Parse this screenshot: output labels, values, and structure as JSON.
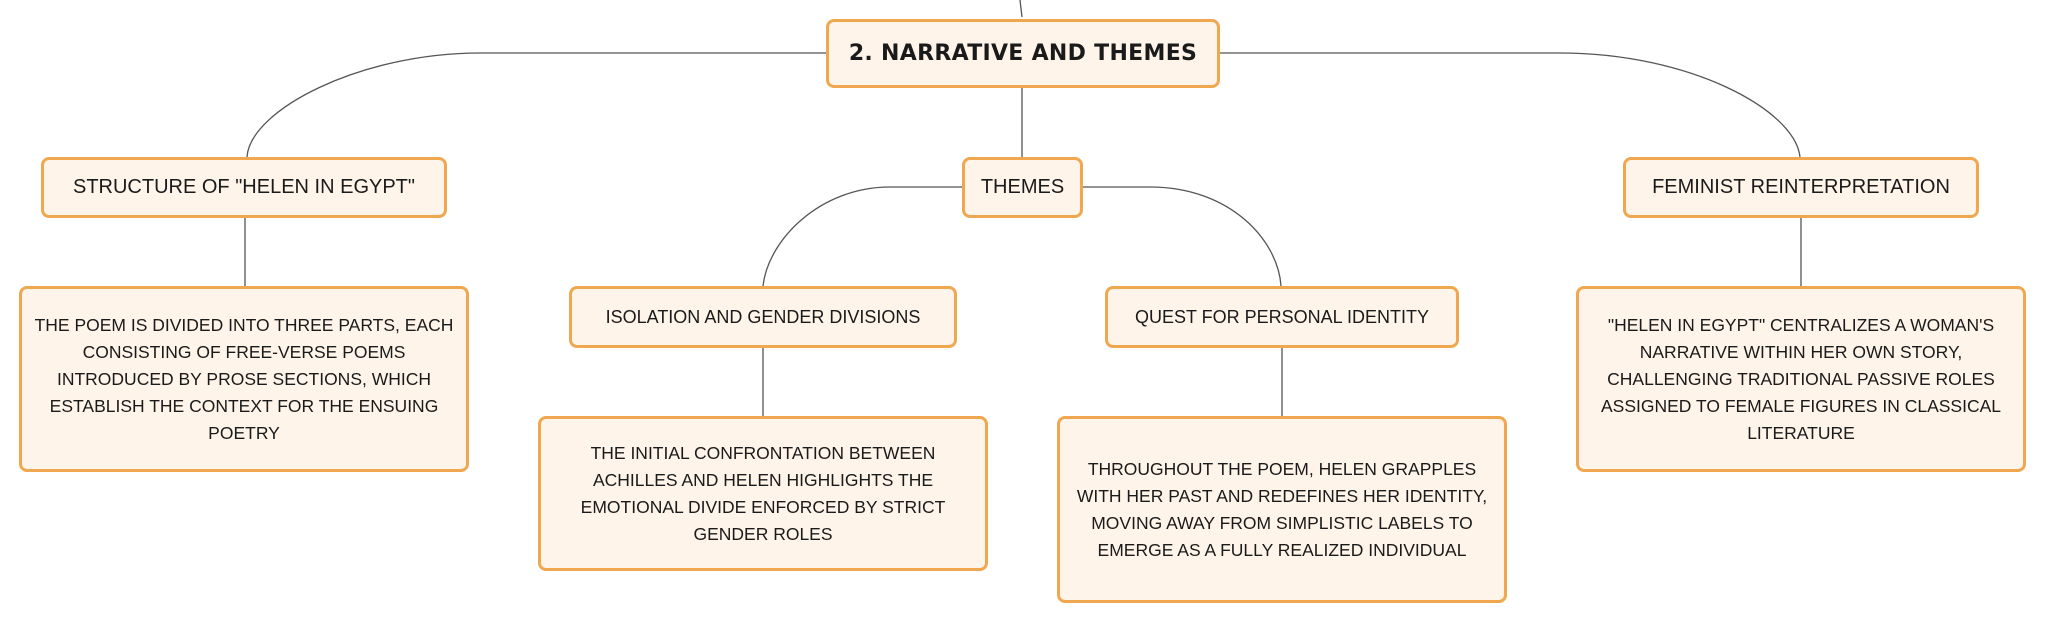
{
  "root": {
    "label": "2. Narrative and Themes"
  },
  "branches": {
    "structure": {
      "label": "Structure of \"Helen in Egypt\"",
      "detail": "The poem is divided into three parts, each consisting of free-verse poems introduced by prose sections, which establish the context for the ensuing poetry"
    },
    "themes": {
      "label": "Themes",
      "isolation": {
        "label": "Isolation and Gender Divisions",
        "detail": "The initial confrontation between Achilles and Helen highlights the emotional divide enforced by strict gender roles"
      },
      "identity": {
        "label": "Quest for Personal Identity",
        "detail": "Throughout the poem, Helen grapples with her past and redefines her identity, moving away from simplistic labels to emerge as a fully realized individual"
      }
    },
    "feminist": {
      "label": "Feminist Reinterpretation",
      "detail": "\"Helen in Egypt\" centralizes a woman's narrative within her own story, challenging traditional passive roles assigned to female figures in classical literature"
    }
  },
  "colors": {
    "node_fill": "#fff4ea",
    "node_border": "#f0a850",
    "connector": "#555555",
    "text": "#1a1a1a"
  }
}
